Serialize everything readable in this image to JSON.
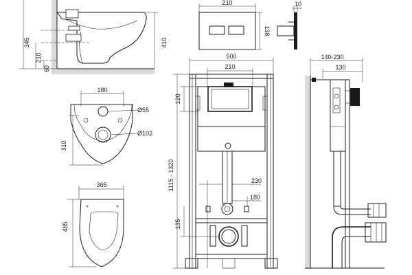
{
  "dimensions": {
    "side_view": {
      "height_total": "410",
      "height_345": "345",
      "height_210": "210",
      "height_60": "60"
    },
    "top_view": {
      "width_180": "180",
      "height_310": "310",
      "dia_55": "Ø55",
      "dia_102": "Ø102"
    },
    "seat_view": {
      "width_365": "365",
      "height_485": "485"
    },
    "flush_plate": {
      "width": "210",
      "height": "138",
      "depth": "10"
    },
    "frame_front": {
      "width_500": "500",
      "width_210": "210",
      "height_120": "120",
      "height_range": "1115 - 1320",
      "offset_230": "230",
      "offset_180": "180",
      "height_135": "135"
    },
    "frame_side": {
      "range": "140-230",
      "depth_130": "130"
    }
  }
}
